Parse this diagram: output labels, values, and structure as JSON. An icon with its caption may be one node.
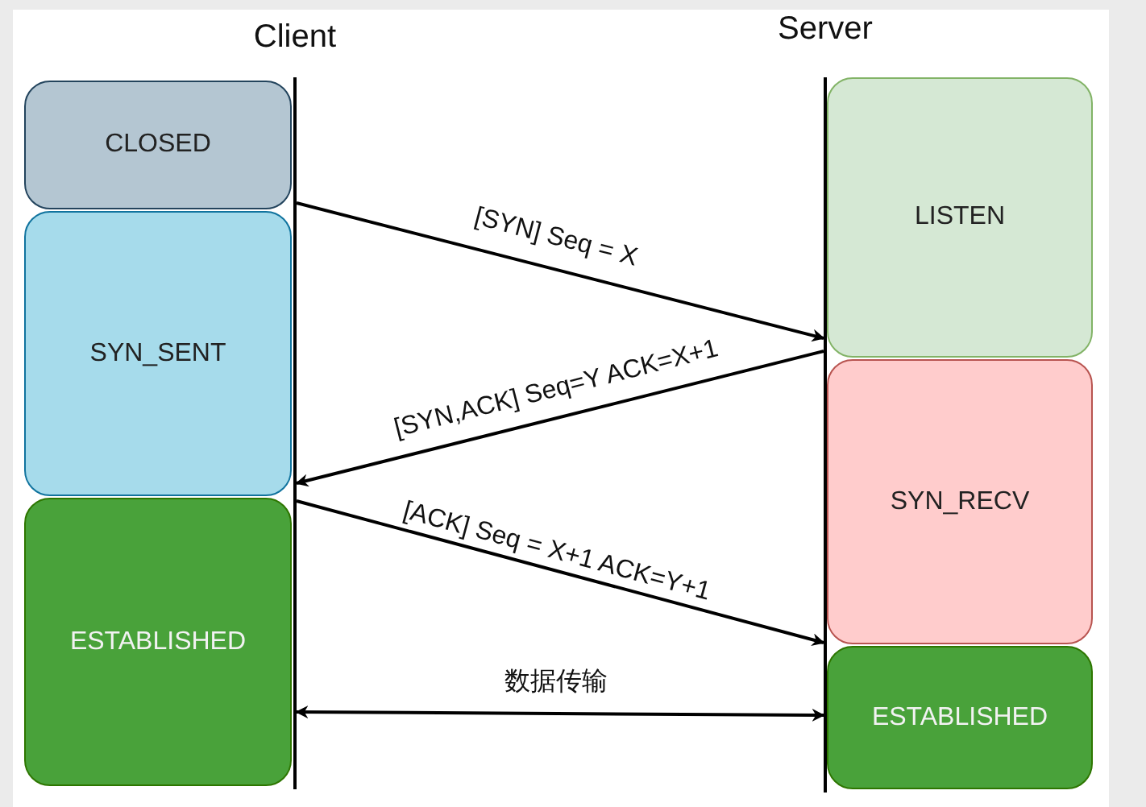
{
  "diagram": {
    "nodes": [
      {
        "text": [
          "Client"
        ]
      },
      {
        "text": [
          "Server"
        ]
      },
      {
        "text": [
          "CLOSED"
        ]
      },
      {
        "text": [
          "SYN_SENT"
        ]
      },
      {
        "text": [
          "ESTABLISHED"
        ]
      },
      {
        "text": [
          "LISTEN"
        ]
      },
      {
        "text": [
          "SYN_RECV"
        ]
      },
      {
        "text": [
          "ESTABLISHED"
        ]
      }
    ],
    "edges": [
      {
        "from": 0,
        "to": 1,
        "arrow": "to",
        "label": "[SYN] Seq = X"
      },
      {
        "from": 1,
        "to": 0,
        "arrow": "to",
        "label": "[SYN,ACK] Seq=Y ACK=X+1"
      },
      {
        "from": 0,
        "to": 1,
        "arrow": "to",
        "label": "[ACK] Seq = X+1 ACK=Y+1"
      },
      {
        "from": 0,
        "to": 1,
        "arrow": "both",
        "label": "数据传输"
      }
    ]
  }
}
